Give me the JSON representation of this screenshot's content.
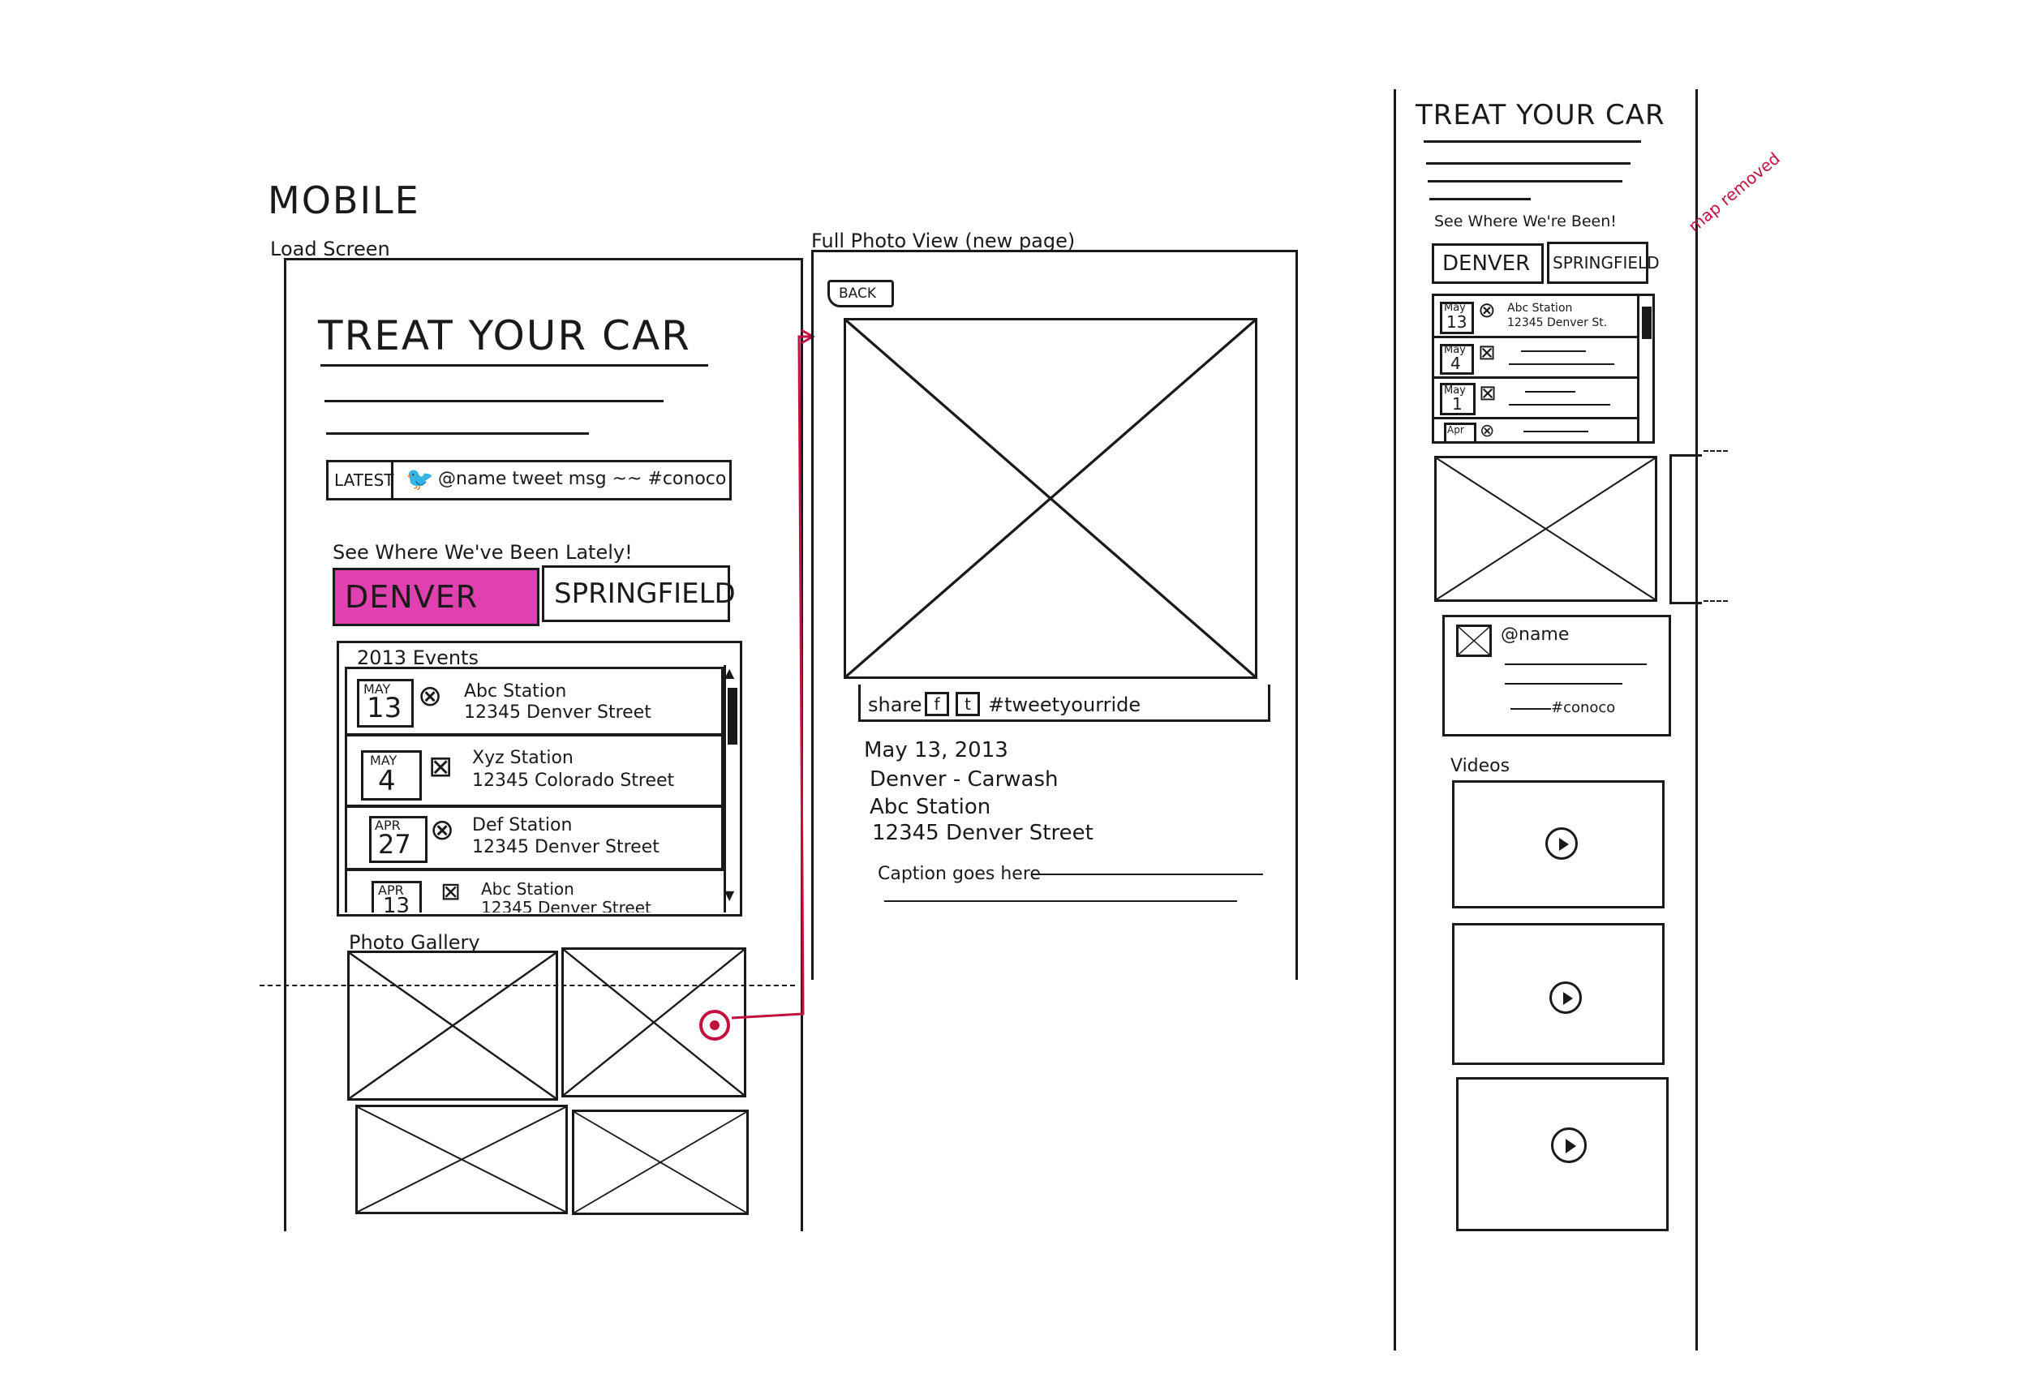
{
  "heading": "MOBILE",
  "screen1": {
    "caption": "Load Screen",
    "title": "TREAT YOUR CAR",
    "latest_label": "LATEST",
    "tweet": "@name tweet msg ~~ #conoco",
    "see_where": "See Where We've Been Lately!",
    "tabs": [
      "DENVER",
      "SPRINGFIELD"
    ],
    "events_heading": "2013 Events",
    "events": [
      {
        "month": "MAY",
        "day": "13",
        "name": "Abc Station",
        "address": "12345 Denver Street"
      },
      {
        "month": "MAY",
        "day": "4",
        "name": "Xyz Station",
        "address": "12345 Colorado Street"
      },
      {
        "month": "APR",
        "day": "27",
        "name": "Def Station",
        "address": "12345 Denver Street"
      },
      {
        "month": "APR",
        "day": "13",
        "name": "Abc Station",
        "address": "12345 Denver Street"
      }
    ],
    "gallery_heading": "Photo Gallery"
  },
  "screen2": {
    "caption": "Full Photo View (new page)",
    "back": "BACK",
    "share": "share",
    "share_f": "f",
    "share_t": "t",
    "hashtag": "#tweetyourride",
    "date": "May 13, 2013",
    "event": "Denver - Carwash",
    "station": "Abc Station",
    "address": "12345 Denver Street",
    "caption_text": "Caption goes here"
  },
  "screen3": {
    "title": "TREAT YOUR CAR",
    "see_where": "See Where We're Been!",
    "annotation": "map removed",
    "tabs": [
      "DENVER",
      "SPRINGFIELD"
    ],
    "events": [
      {
        "month": "May",
        "day": "13",
        "name": "Abc Station",
        "address": "12345 Denver St."
      },
      {
        "month": "May",
        "day": "4",
        "name": "",
        "address": ""
      },
      {
        "month": "May",
        "day": "1",
        "name": "",
        "address": ""
      },
      {
        "month": "Apr",
        "day": "",
        "name": "",
        "address": ""
      }
    ],
    "tweet_name": "@name",
    "tweet_tag": "#conoco",
    "videos_heading": "Videos"
  },
  "colors": {
    "ink": "#1a1a1a",
    "highlight": "#e040b0",
    "annotation": "#c4103f"
  }
}
